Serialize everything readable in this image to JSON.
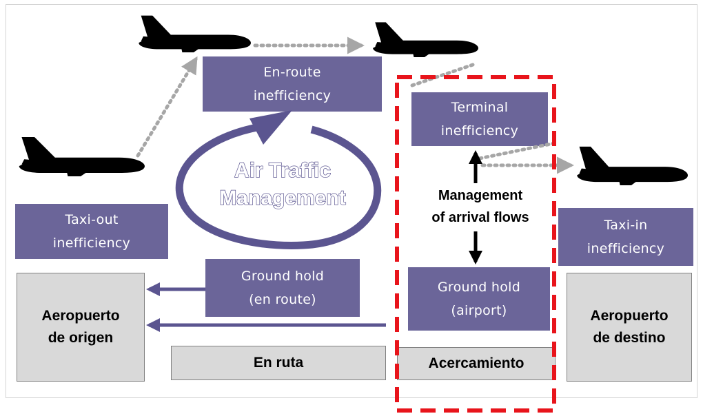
{
  "boxes": {
    "en_route_inefficiency": "En-route\ninefficiency",
    "terminal_inefficiency": "Terminal\ninefficiency",
    "taxi_out_inefficiency": "Taxi-out\ninefficiency",
    "taxi_in_inefficiency": "Taxi-in\ninefficiency",
    "ground_hold_en_route": "Ground hold\n(en route)",
    "ground_hold_airport": "Ground hold\n(airport)"
  },
  "center": {
    "air_traffic_management": "Air Traffic\nManagement",
    "management_of_arrival_flows": "Management\nof arrival flows"
  },
  "phases": {
    "aeropuerto_origen": "Aeropuerto\nde origen",
    "en_ruta": "En ruta",
    "acercamiento": "Acercamiento",
    "aeropuerto_destino": "Aeropuerto\nde destino"
  },
  "colors": {
    "box_purple": "#6b6599",
    "ellipse_purple": "#5b5590",
    "phase_grey": "#d9d9d9",
    "highlight_red": "#e8141b",
    "dotted_arrow": "#a6a6a6"
  },
  "icons": [
    "airplane-icon",
    "dotted-arrow",
    "solid-arrow",
    "double-arrow"
  ]
}
